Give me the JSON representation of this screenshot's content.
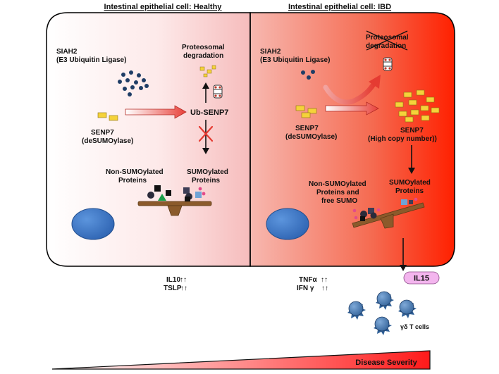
{
  "panels": {
    "healthy": {
      "title": "Intestinal epithelial cell: Healthy",
      "siah2_line1": "SIAH2",
      "siah2_line2": "(E3 Ubiquitin Ligase)",
      "senp7_line1": "SENP7",
      "senp7_line2": "(deSUMOylase)",
      "ub_senp7": "Ub-SENP7",
      "proteasomal_line1": "Proteosomal",
      "proteasomal_line2": "degradation",
      "non_sumo_line1": "Non-SUMOylated",
      "non_sumo_line2": "Proteins",
      "sumo_line1": "SUMOylated",
      "sumo_line2": "Proteins"
    },
    "ibd": {
      "title": "Intestinal epithelial cell: IBD",
      "siah2_line1": "SIAH2",
      "siah2_line2": "(E3 Ubiquitin Ligase)",
      "senp7_line1": "SENP7",
      "senp7_line2": "(deSUMOylase)",
      "senp7_high_line1": "SENP7",
      "senp7_high_line2": "(High copy number))",
      "proteasomal_line1": "Proteosomal",
      "proteasomal_line2": "degradation",
      "non_sumo_line1": "Non-SUMOylated",
      "non_sumo_line2": "Proteins and",
      "non_sumo_line3": "free SUMO",
      "sumo_line1": "SUMOylated",
      "sumo_line2": "Proteins"
    }
  },
  "cytokines": {
    "healthy": [
      {
        "name": "IL10",
        "arrows": "↑↑"
      },
      {
        "name": "TSLP",
        "arrows": "↑↑"
      }
    ],
    "ibd": [
      {
        "name": "TNFα",
        "arrows": "↑↑"
      },
      {
        "name": "IFN γ",
        "arrows": "↑↑"
      }
    ]
  },
  "il15_label": "IL15",
  "t_cells_label": "γδ T cells",
  "severity_label": "Disease Severity",
  "colors": {
    "ibd_red": "#ff2a00",
    "nucleus_blue": "#2f6fc0",
    "yellow": "#f5d23a",
    "navy_dot": "#1f3d66",
    "il15_pink": "#f3b5ee",
    "healthy_arrow": "#2a3a8c",
    "ibd_arrow": "#e0231b"
  }
}
